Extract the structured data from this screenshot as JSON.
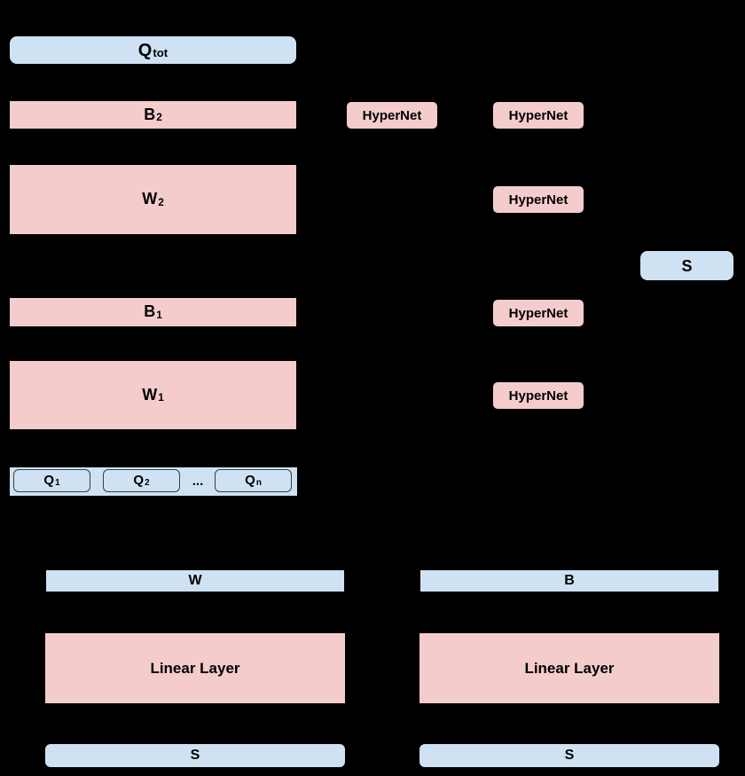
{
  "colors": {
    "background": "#000000",
    "light_blue": "#cfe2f3",
    "light_pink": "#f4cccc",
    "text": "#000000"
  },
  "mixing_network": {
    "qtot": {
      "base": "Q",
      "sub": "tot"
    },
    "b2": {
      "base": "B",
      "sub": "2"
    },
    "w2": {
      "base": "W",
      "sub": "2"
    },
    "b1": {
      "base": "B",
      "sub": "1"
    },
    "w1": {
      "base": "W",
      "sub": "1"
    },
    "hypernet_label": "HyperNet",
    "state_label": "S",
    "agents": {
      "q1": {
        "base": "Q",
        "sub": "1"
      },
      "q2": {
        "base": "Q",
        "sub": "2"
      },
      "dots": "...",
      "qn": {
        "base": "Q",
        "sub": "n"
      }
    }
  },
  "hypernet_detail": {
    "weight_column": {
      "output_label": "W",
      "layer_label": "Linear Layer",
      "input_label": "S"
    },
    "bias_column": {
      "output_label": "B",
      "layer_label": "Linear Layer",
      "input_label": "S"
    }
  }
}
